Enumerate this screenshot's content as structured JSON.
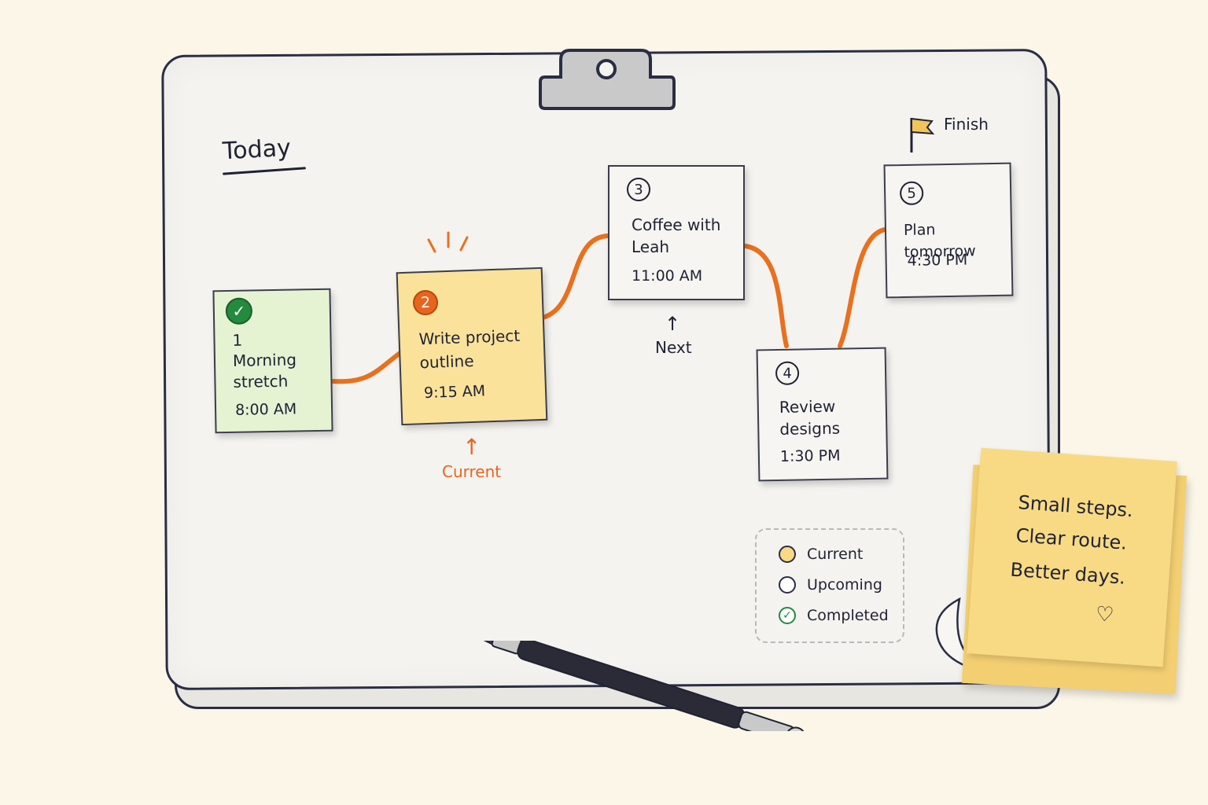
{
  "board": {
    "title": "Today"
  },
  "tasks": [
    {
      "number": "1",
      "name_line1": "Morning",
      "name_line2": "stretch",
      "time": "8:00 AM",
      "status": "completed",
      "color": "#e5f3d3"
    },
    {
      "number": "2",
      "name_line1": "Write project",
      "name_line2": "outline",
      "time": "9:15 AM",
      "status": "current",
      "color": "#fbe29b"
    },
    {
      "number": "3",
      "name_line1": "Coffee with",
      "name_line2": "Leah",
      "time": "11:00 AM",
      "status": "upcoming",
      "color": "#f6f5f1"
    },
    {
      "number": "4",
      "name_line1": "Review",
      "name_line2": "designs",
      "time": "1:30 PM",
      "status": "upcoming",
      "color": "#f6f5f1"
    },
    {
      "number": "5",
      "name_line1": "Plan tomorrow",
      "name_line2": "",
      "time": "4:30 PM",
      "status": "upcoming",
      "color": "#f6f5f1"
    }
  ],
  "annotations": {
    "current": "Current",
    "next": "Next",
    "finish": "Finish"
  },
  "legend": {
    "items": [
      {
        "label": "Current",
        "color": "#f8da84"
      },
      {
        "label": "Upcoming",
        "color": "#ffffff"
      },
      {
        "label": "Completed",
        "color": "#238a3e"
      }
    ]
  },
  "sticky_note": {
    "line1": "Small steps.",
    "line2": "Clear route.",
    "line3": "Better days.",
    "icon": "heart-icon"
  },
  "colors": {
    "route": "#e8701f",
    "current_accent": "#e8641e",
    "completed_accent": "#238a3e",
    "ink": "#1f2233"
  }
}
